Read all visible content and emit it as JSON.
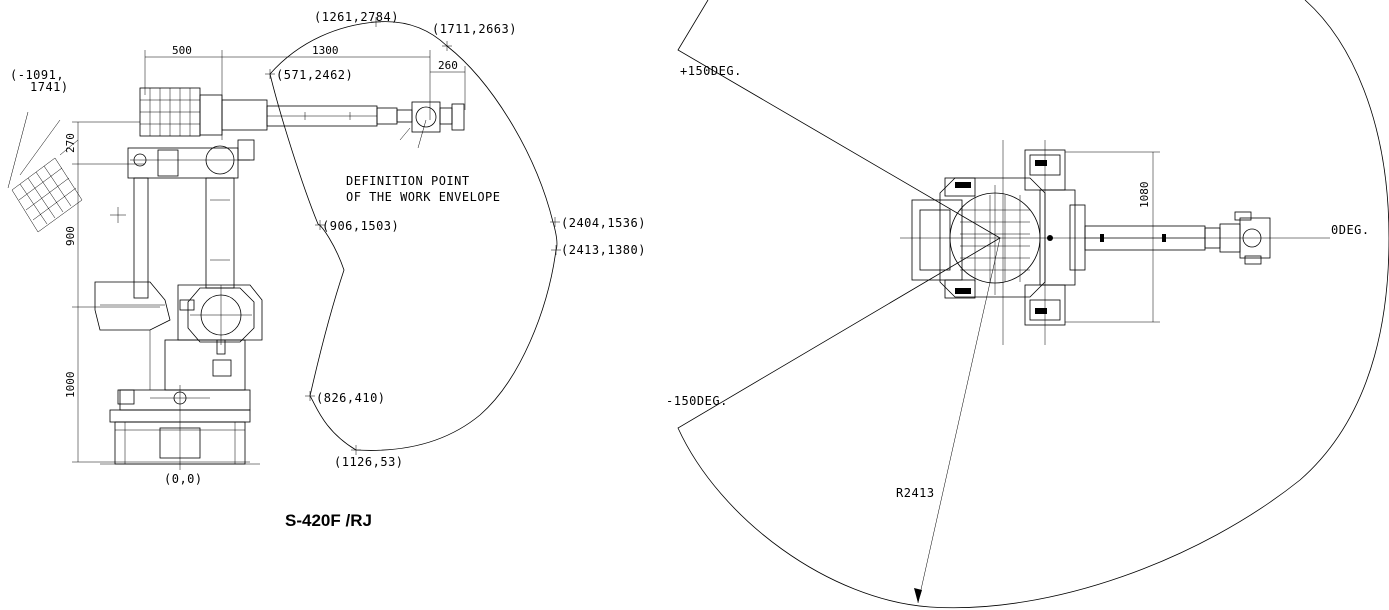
{
  "side_view": {
    "coords": {
      "c1": "(1261,2784)",
      "c2": "(1711,2663)",
      "c3": "(571,2462)",
      "c4a": "(-1091,",
      "c4b": "1741)",
      "c5": "(906,1503)",
      "c6": "(2404,1536)",
      "c7": "(2413,1380)",
      "c8": "(826,410)",
      "c9": "(1126,53)",
      "origin": "(0,0)"
    },
    "dims": {
      "d500": "500",
      "d1300": "1300",
      "d260": "260",
      "d270": "270",
      "d900": "900",
      "d1000": "1000"
    },
    "definition_line1": "DEFINITION POINT",
    "definition_line2": "OF THE WORK ENVELOPE",
    "model": "S-420F /RJ"
  },
  "top_view": {
    "plus150": "+150DEG.",
    "minus150": "-150DEG.",
    "zero": "0DEG.",
    "dim1080": "1080",
    "radius": "R2413"
  }
}
